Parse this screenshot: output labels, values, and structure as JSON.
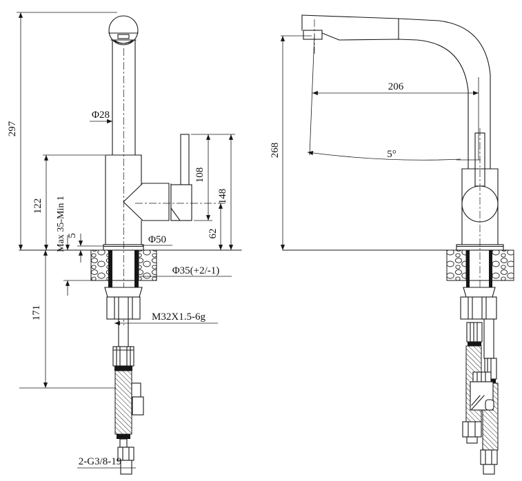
{
  "front_view": {
    "overall_height": "297",
    "spout_pipe_diameter": "Φ28",
    "body_height_above_deck": "122",
    "deck_thickness_range": "Max 35-Min 1",
    "base_plate_height": "5",
    "base_diameter": "Φ50",
    "handle_body_height": "108",
    "lever_top_height": "148",
    "handle_center_height": "62",
    "mounting_hole_diameter": "Φ35(+2/-1)",
    "mounting_thread": "M32X1.5-6g",
    "under_deck_length": "171",
    "supply_hose_thread": "2-G3/8-19"
  },
  "side_view": {
    "spout_reach": "206",
    "spout_outlet_height": "268",
    "spout_tilt_angle": "5°"
  }
}
